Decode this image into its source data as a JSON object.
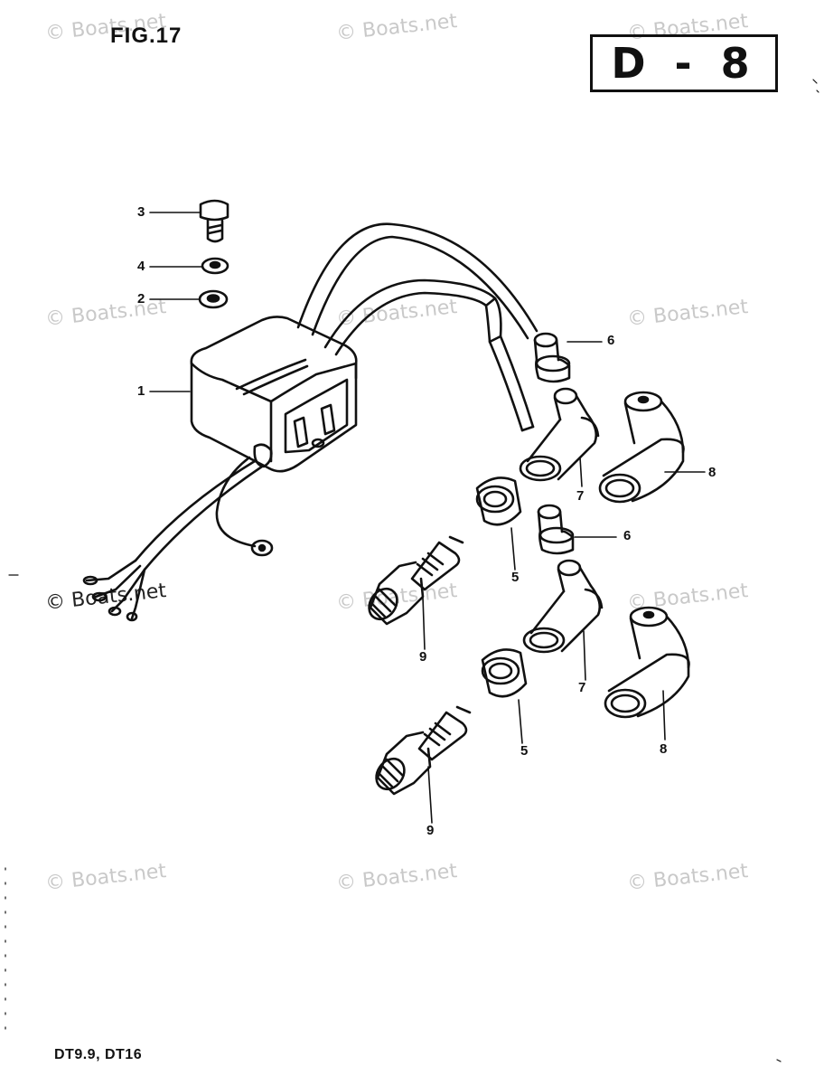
{
  "figure": {
    "title": "FIG.17",
    "code": "D - 8",
    "models": "DT9.9,  DT16"
  },
  "watermark": "© Boats.net",
  "callouts": [
    "1",
    "2",
    "3",
    "4",
    "5",
    "5",
    "6",
    "6",
    "7",
    "7",
    "8",
    "8",
    "9",
    "9"
  ]
}
